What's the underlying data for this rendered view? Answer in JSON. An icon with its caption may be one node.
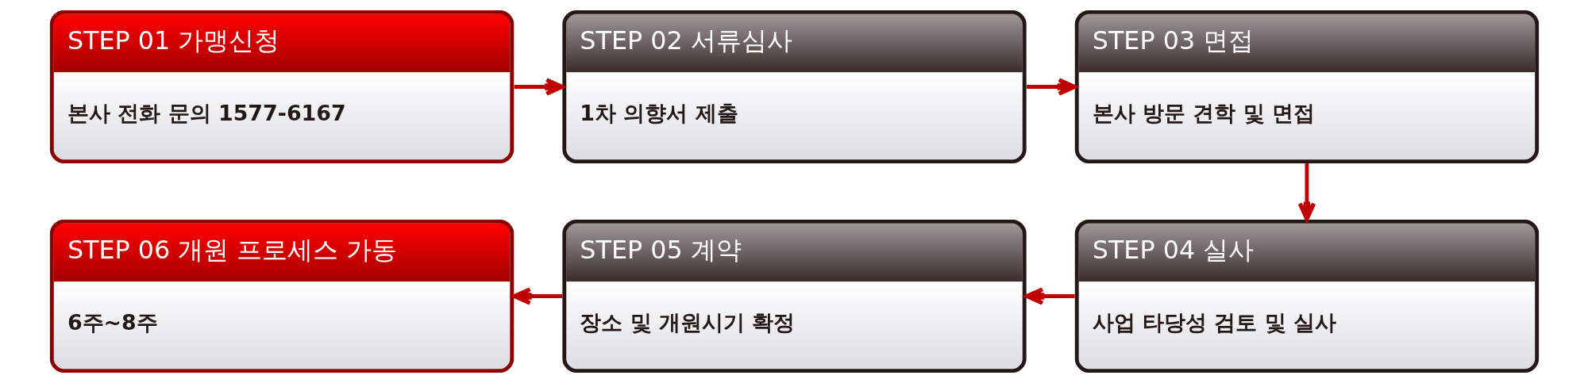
{
  "diagram": {
    "nodes": [
      {
        "text": [
          "STEP 01 가맹신청",
          "본사 전화 문의 1577-6167"
        ]
      },
      {
        "text": [
          "STEP 02 서류심사",
          "1차 의향서 제출"
        ]
      },
      {
        "text": [
          "STEP 03 면접",
          "본사 방문 견학 및 면접"
        ]
      },
      {
        "text": [
          "STEP 04 실사",
          "사업 타당성 검토 및 실사"
        ]
      },
      {
        "text": [
          "STEP 05 계약",
          "장소 및 개원시기 확정"
        ]
      },
      {
        "text": [
          "STEP 06 개원 프로세스 가동",
          "6주~8주"
        ]
      }
    ],
    "edges": [
      {
        "from": 0,
        "to": 1,
        "arrow": "to"
      },
      {
        "from": 1,
        "to": 2,
        "arrow": "to"
      },
      {
        "from": 2,
        "to": 3,
        "arrow": "to"
      },
      {
        "from": 3,
        "to": 4,
        "arrow": "to"
      },
      {
        "from": 4,
        "to": 5,
        "arrow": "to"
      }
    ]
  }
}
